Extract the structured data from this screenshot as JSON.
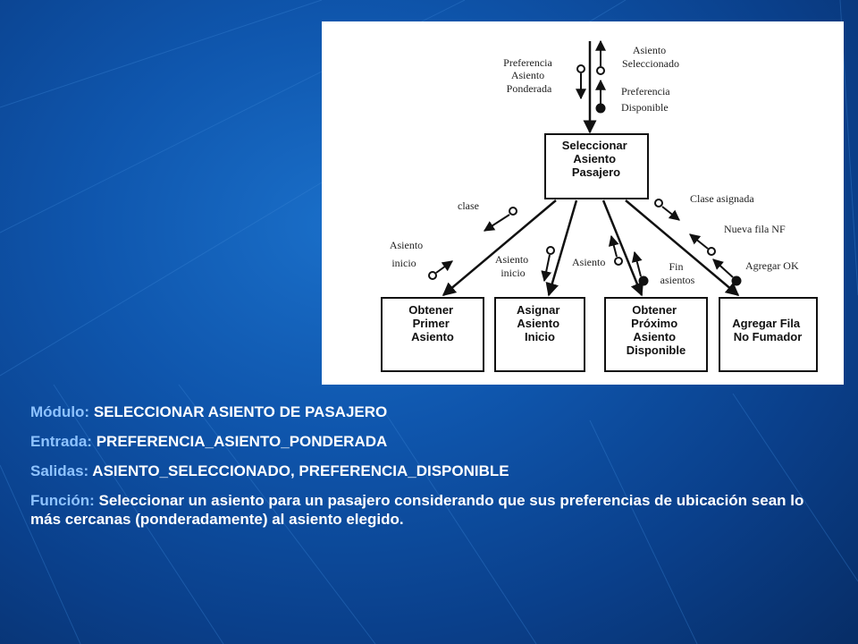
{
  "colors": {
    "accent": "#8ec3ff",
    "text": "#ffffff",
    "background": "#0f56ad"
  },
  "diagram": {
    "top_label_left": [
      "Preferencia",
      "Asiento",
      "Ponderada"
    ],
    "top_label_right_1": [
      "Asiento",
      "Seleccionado"
    ],
    "top_label_right_2": [
      "Preferencia",
      "Disponible"
    ],
    "main_module": [
      "Seleccionar",
      "Asiento",
      "Pasajero"
    ],
    "flow_labels": {
      "clase": "clase",
      "asiento_inicio_1": [
        "Asiento",
        "inicio"
      ],
      "asiento_inicio_2": [
        "Asiento",
        "inicio"
      ],
      "asiento": "Asiento",
      "fin_asientos": [
        "Fin",
        "asientos"
      ],
      "clase_asignada": "Clase asignada",
      "nueva_fila": "Nueva fila NF",
      "agregar_ok": "Agregar OK"
    },
    "submodules": [
      [
        "Obtener",
        "Primer",
        "Asiento"
      ],
      [
        "Asignar",
        "Asiento",
        "Inicio"
      ],
      [
        "Obtener",
        "Próximo",
        "Asiento",
        "Disponible"
      ],
      [
        "Agregar Fila",
        "No Fumador"
      ]
    ]
  },
  "description": {
    "modulo_key": "Módulo:",
    "modulo_value": "SELECCIONAR ASIENTO DE PASAJERO",
    "entrada_key": "Entrada:",
    "entrada_value": "PREFERENCIA_ASIENTO_PONDERADA",
    "salidas_key": "Salidas:",
    "salidas_value": "ASIENTO_SELECCIONADO,  PREFERENCIA_DISPONIBLE",
    "funcion_key": "Función:",
    "funcion_value": "Seleccionar un asiento para un pasajero considerando que sus preferencias de ubicación sean lo más cercanas (ponderadamente) al asiento elegido."
  }
}
